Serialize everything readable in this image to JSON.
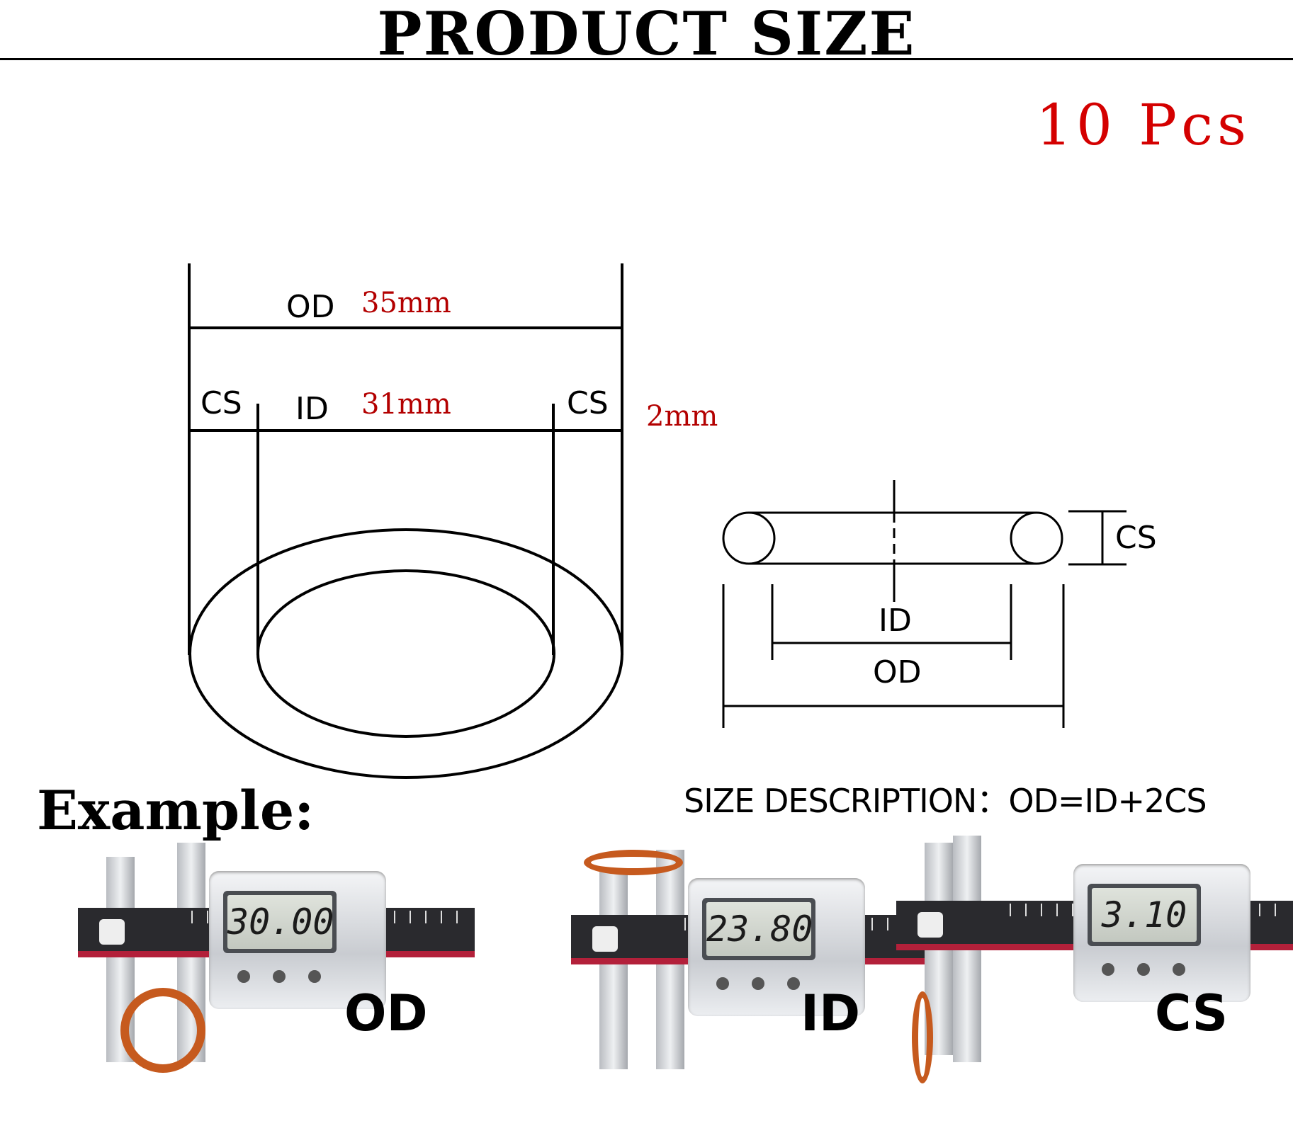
{
  "header": {
    "title": "PRODUCT SIZE",
    "quantity": "10 Pcs"
  },
  "diagram_ring": {
    "od_label": "OD",
    "od_value": "35mm",
    "cs_left_label": "CS",
    "id_label": "ID",
    "id_value": "31mm",
    "cs_right_label": "CS",
    "cs_value": "2mm"
  },
  "diagram_section": {
    "cs_label": "CS",
    "id_label": "ID",
    "od_label": "OD"
  },
  "formula": "SIZE DESCRIPTION：OD=ID+2CS",
  "example": {
    "heading": "Example:",
    "photos": [
      {
        "reading": "30.00",
        "label": "OD"
      },
      {
        "reading": "23.80",
        "label": "ID"
      },
      {
        "reading": "3.10",
        "label": "CS"
      }
    ]
  },
  "colors": {
    "accent_red": "#b30000",
    "ring_orange": "#c65a1e"
  }
}
